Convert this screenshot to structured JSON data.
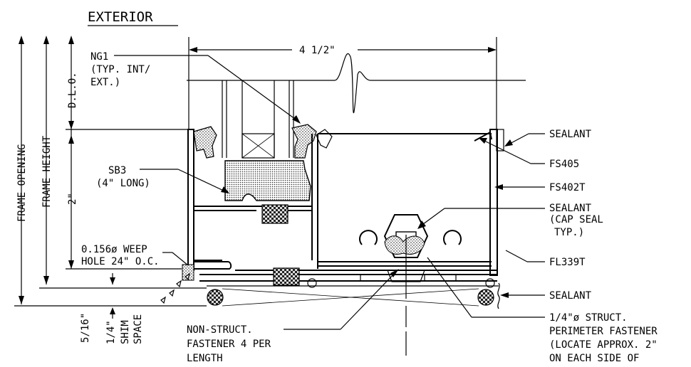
{
  "title": "EXTERIOR",
  "dims": {
    "width": "4 1/2\"",
    "dlo": "D.L.O.",
    "frame_opening": "FRAME OPENING",
    "frame_height": "FRAME HEIGHT",
    "two_inch": "2\"",
    "five_sixteenth": "5/16\"",
    "quarter": "1/4\"",
    "shim_1": "SHIM",
    "shim_2": "SPACE"
  },
  "callouts": {
    "ng1_1": "NG1",
    "ng1_2": "(TYP. INT/",
    "ng1_3": "EXT.)",
    "sb3_1": "SB3",
    "sb3_2": "(4\" LONG)",
    "weep_1": "0.156ø WEEP",
    "weep_2": "HOLE 24\" O.C.",
    "sealant_top": "SEALANT",
    "fs405": "FS405",
    "fs402t": "FS402T",
    "sealant_cap_1": "SEALANT",
    "sealant_cap_2": "(CAP SEAL",
    "sealant_cap_3": "TYP.)",
    "fl339t": "FL339T",
    "sealant_bottom": "SEALANT",
    "struct_1": "1/4\"ø STRUCT.",
    "struct_2": "PERIMETER FASTENER",
    "struct_3": "(LOCATE APPROX. 2\"",
    "struct_4": "ON EACH SIDE OF",
    "nonstruct_1": "NON-STRUCT.",
    "nonstruct_2": "FASTENER 4 PER",
    "nonstruct_3": "LENGTH"
  }
}
